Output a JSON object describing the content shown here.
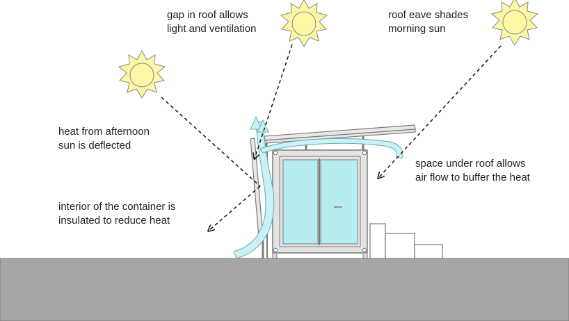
{
  "annotations": {
    "gap_roof": [
      "gap in roof allows",
      "light and ventilation"
    ],
    "roof_eave": [
      "roof eave shades",
      "morning sun"
    ],
    "afternoon_sun": [
      "heat from afternoon",
      "sun is deflected"
    ],
    "space_under_roof": [
      "space under roof allows",
      "air flow to buffer the heat"
    ],
    "interior": [
      "interior of the container is",
      "insulated to reduce heat"
    ]
  },
  "colors": {
    "sun_fill": "#fbf7a4",
    "sun_stroke": "#888888",
    "ground": "#a6a6a6",
    "glass": "#b7ecef",
    "airflow": "#c8f2f5",
    "frame": "#7a7a7a",
    "text": "#222222"
  },
  "icons": [
    "sun-icon",
    "sun-icon",
    "sun-icon"
  ]
}
